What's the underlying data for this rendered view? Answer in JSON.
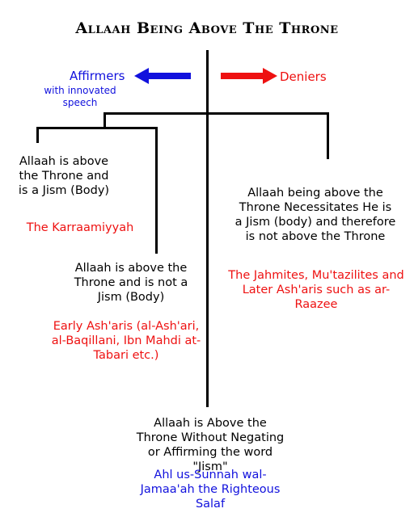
{
  "title": "Allaah Being Above The Throne",
  "affirmers": {
    "label": "Affirmers",
    "sub": "with innovated speech",
    "color": "#1111dd"
  },
  "deniers": {
    "label": "Deniers",
    "color": "#ee1111"
  },
  "karraamiyyah": {
    "statement": "Allaah is above the Throne and is a Jism (Body)",
    "group": "The Karraamiyyah"
  },
  "early_asharis": {
    "statement": "Allaah is above the Throne and is not a Jism (Body)",
    "group": "Early Ash'aris (al-Ash'ari, al-Baqillani, Ibn Mahdi at-Tabari etc.)"
  },
  "deniers_box": {
    "statement": "Allaah being above the Throne Necessitates He is a Jism (body) and therefore is not above the Throne",
    "group": "The Jahmites, Mu'tazilites and Later Ash'aris such as ar-Raazee"
  },
  "ahl_sunnah": {
    "statement": "Allaah is Above the Throne Without Negating or Affirming the word \"Jism\"",
    "group": "Ahl us-Sunnah wal-Jamaa'ah the Righteous Salaf"
  }
}
